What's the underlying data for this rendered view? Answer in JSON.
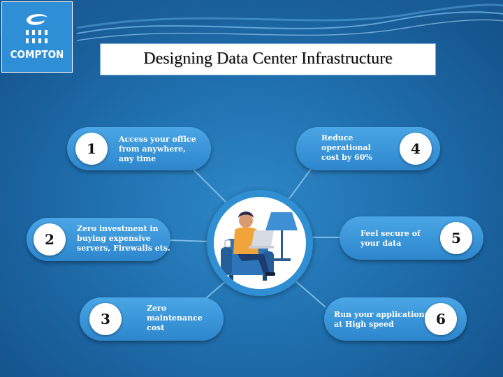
{
  "logo": {
    "word": "COMPTON",
    "icon": "compton-logo-icon"
  },
  "title": "Designing Data Center Infrastructure",
  "center": {
    "icon": "person-with-laptop-illustration"
  },
  "items": [
    {
      "number": "1",
      "lines": [
        "Access your office",
        "from anywhere,",
        "any time"
      ]
    },
    {
      "number": "2",
      "lines": [
        "Zero investment in",
        "buying expensive",
        "servers, Firewalls ets."
      ]
    },
    {
      "number": "3",
      "lines": [
        "Zero",
        "maintenance",
        "cost"
      ]
    },
    {
      "number": "4",
      "lines": [
        "Reduce",
        "operational",
        "cost by 60%"
      ]
    },
    {
      "number": "5",
      "lines": [
        "Feel secure of",
        "your data"
      ]
    },
    {
      "number": "6",
      "lines": [
        "Run your applications",
        "at High speed"
      ]
    }
  ],
  "colors": {
    "pill": "#3a97dc",
    "background": "#1f6fae",
    "logo": "#2e8fd6"
  }
}
